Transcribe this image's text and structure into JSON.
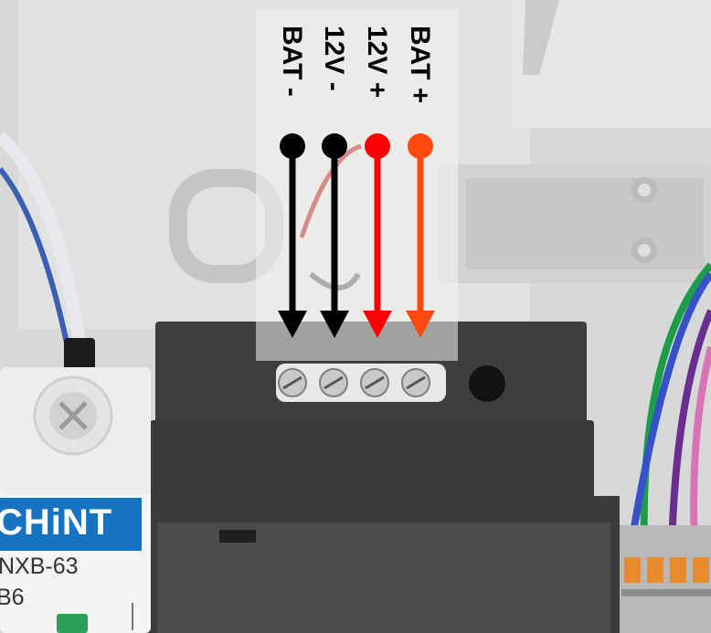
{
  "labels": {
    "bat_minus": "BAT -",
    "v12_minus": "12V -",
    "v12_plus": "12V +",
    "bat_plus": "BAT +"
  },
  "breaker": {
    "brand": "CHINT",
    "brand_display": "CHiNT",
    "model": "NXB-63",
    "rating": "B6"
  },
  "colors": {
    "black_wire": "#000000",
    "red_wire": "#ff0000",
    "orange_wire": "#ff4a0f",
    "enclosure": "#d8dbda",
    "psu_body": "#3b3c3e",
    "breaker_blue": "#1673c2"
  }
}
